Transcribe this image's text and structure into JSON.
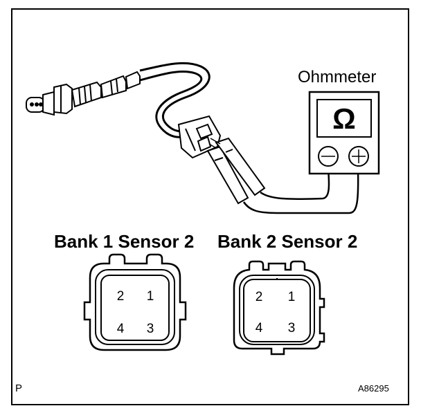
{
  "figure": {
    "meter_label": "Ohmmeter",
    "meter_symbol": "Ω",
    "connectors": [
      {
        "title": "Bank 1 Sensor 2",
        "pins": [
          "2",
          "1",
          "4",
          "3"
        ]
      },
      {
        "title": "Bank 2 Sensor 2",
        "pins": [
          "2",
          "1",
          "4",
          "3"
        ]
      }
    ],
    "corner_mark": "P",
    "figure_code": "A86295"
  }
}
